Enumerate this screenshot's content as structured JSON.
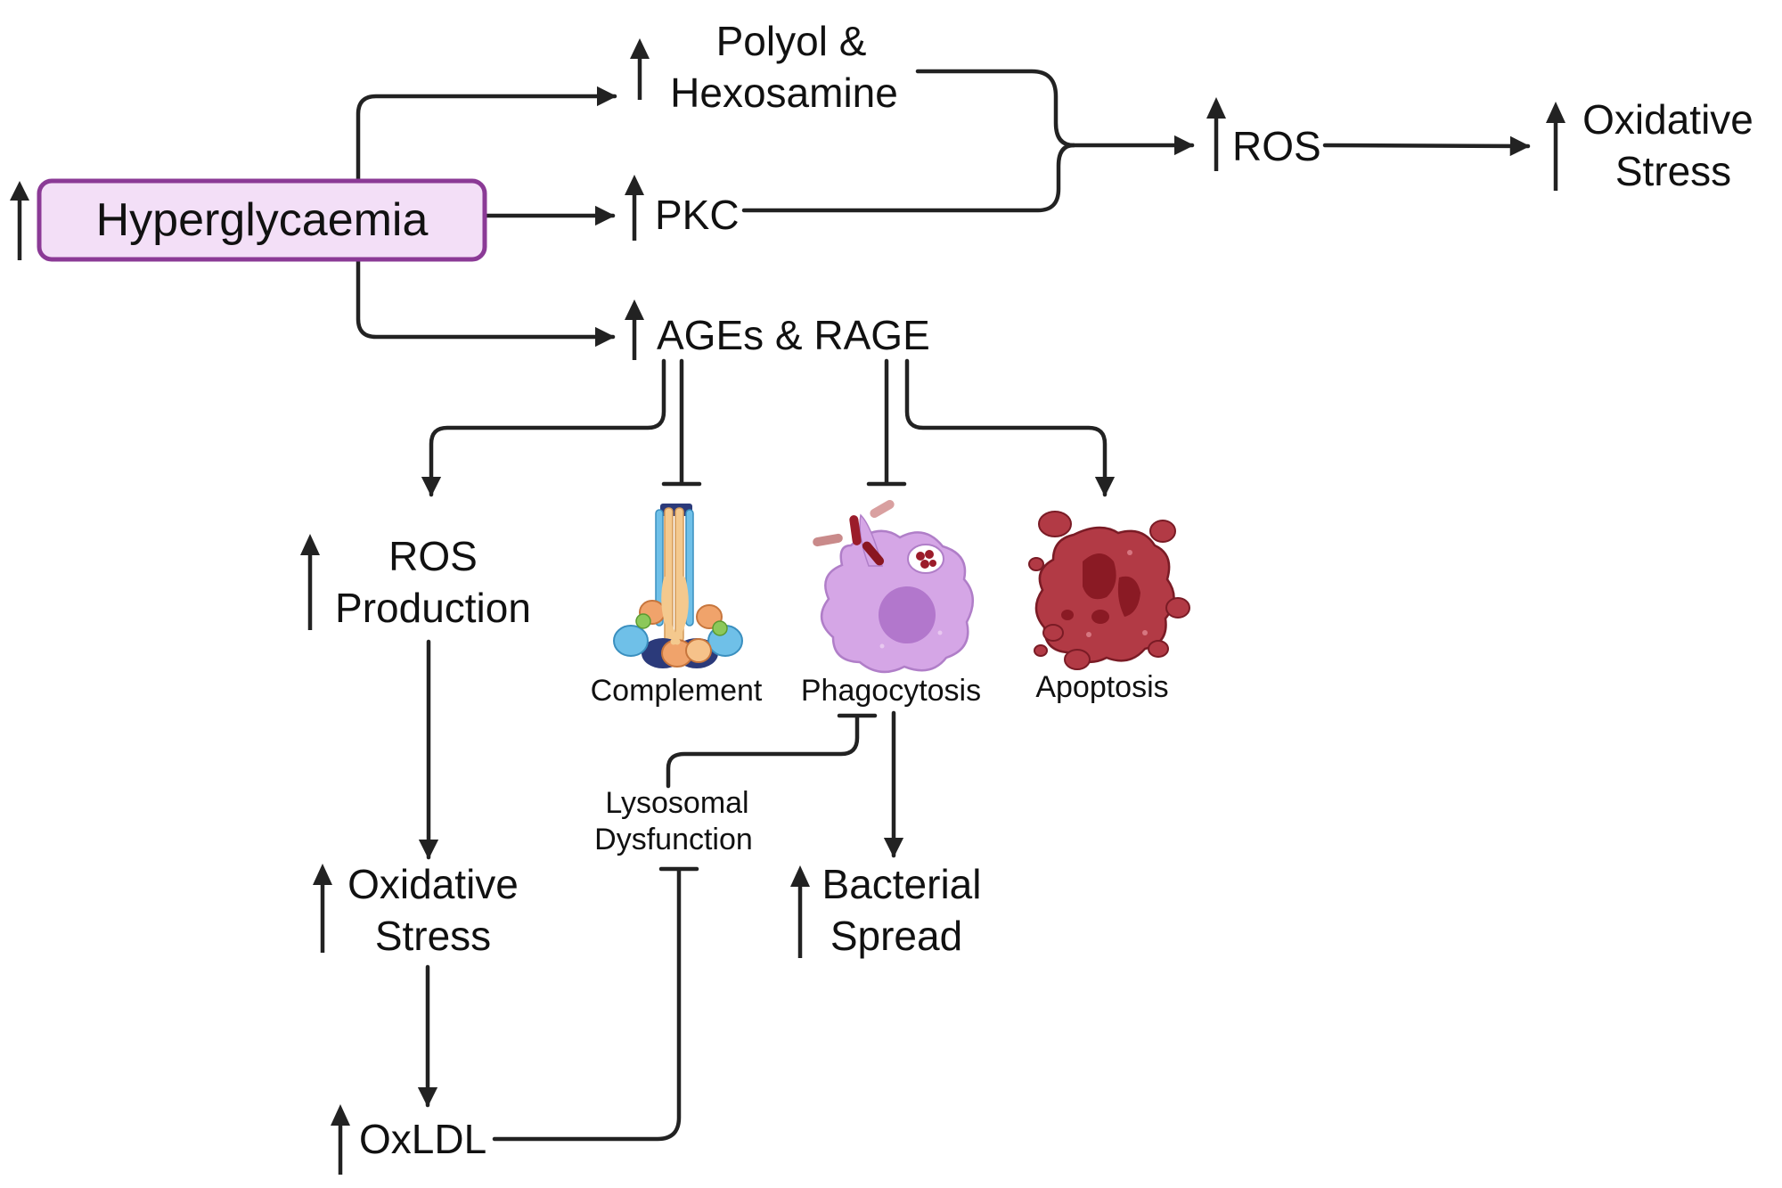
{
  "nodes": {
    "hyperglycaemia": "Hyperglycaemia",
    "polyol_line1": "Polyol &",
    "polyol_line2": "Hexosamine",
    "pkc": "PKC",
    "ages_rage": "AGEs & RAGE",
    "ros_top": "ROS",
    "oxidative_top_line1": "Oxidative",
    "oxidative_top_line2": "Stress",
    "ros_production_line1": "ROS",
    "ros_production_line2": "Production",
    "complement": "Complement",
    "phagocytosis": "Phagocytosis",
    "apoptosis": "Apoptosis",
    "lysosomal_line1": "Lysosomal",
    "lysosomal_line2": "Dysfunction",
    "oxidative_bottom_line1": "Oxidative",
    "oxidative_bottom_line2": "Stress",
    "bacterial_line1": "Bacterial",
    "bacterial_line2": "Spread",
    "oxldl": "OxLDL"
  },
  "colors": {
    "hyperglycaemia_fill": "#f3dff7",
    "hyperglycaemia_border": "#8b3a96",
    "line": "#222222",
    "phagocyte": "#c996dd",
    "apoptotic_cell": "#b23a45",
    "complement_blue": "#5bb5e0",
    "complement_orange": "#f0b070"
  },
  "icons": [
    "up-arrow-icon",
    "complement-protein-icon",
    "phagocyte-icon",
    "apoptotic-cell-icon"
  ]
}
